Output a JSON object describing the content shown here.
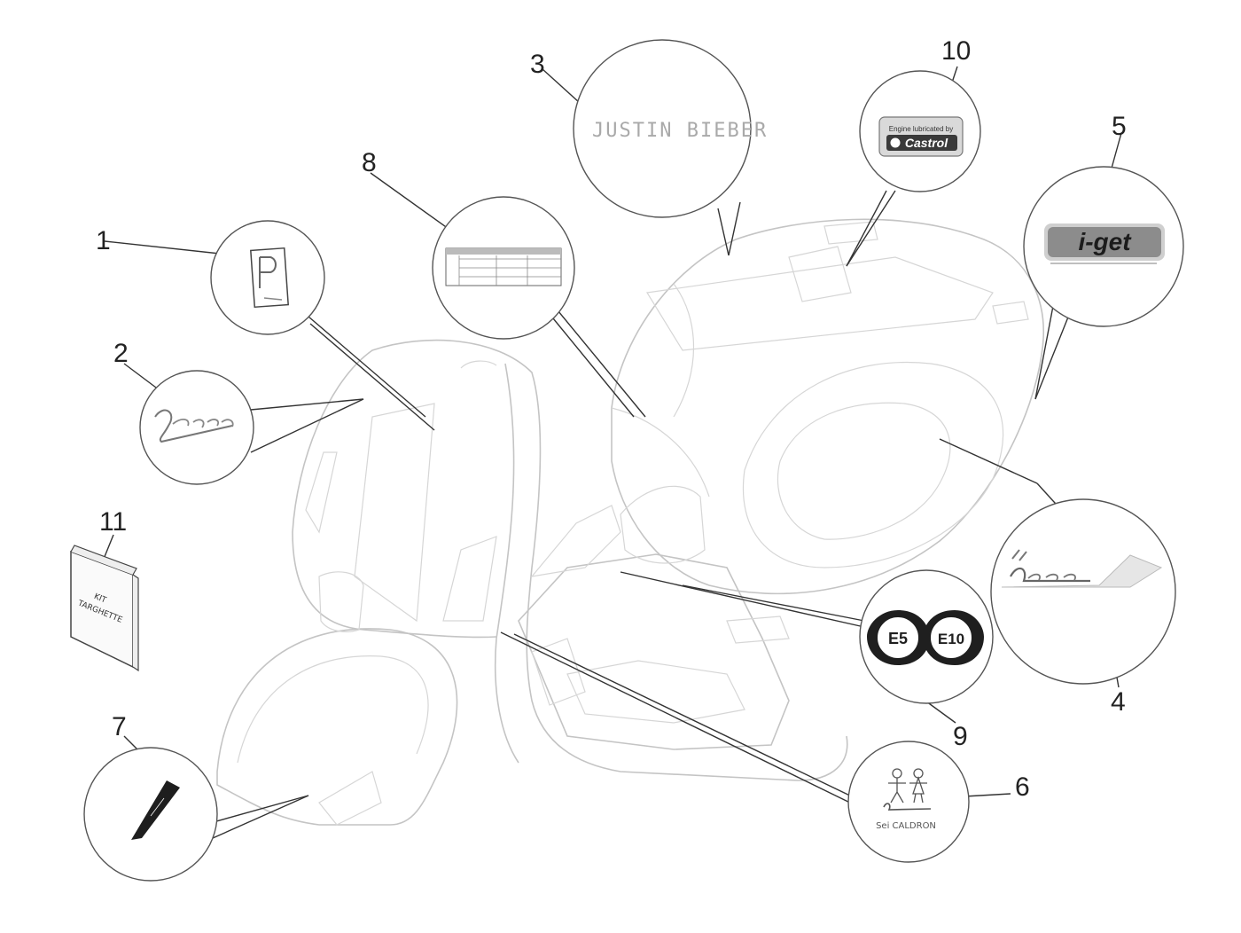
{
  "callouts": {
    "c1": "1",
    "c2": "2",
    "c3": "3",
    "c4": "4",
    "c5": "5",
    "c6": "6",
    "c7": "7",
    "c8": "8",
    "c9": "9",
    "c10": "10",
    "c11": "11"
  },
  "decals": {
    "signature": "JUSTIN BIEBER",
    "castrol_top": "Engine lubricated by",
    "castrol_brand": "Castrol",
    "iget": "i-get",
    "e5": "E5",
    "e10": "E10",
    "kit_line1": "KIT",
    "kit_line2": "TARGHETTE",
    "sei_caldron": "Sei CALDRON"
  },
  "colors": {
    "line": "#333333",
    "outline": "#c4c4c4",
    "circle": "#555555",
    "badge_dark": "#1f1f1f"
  }
}
